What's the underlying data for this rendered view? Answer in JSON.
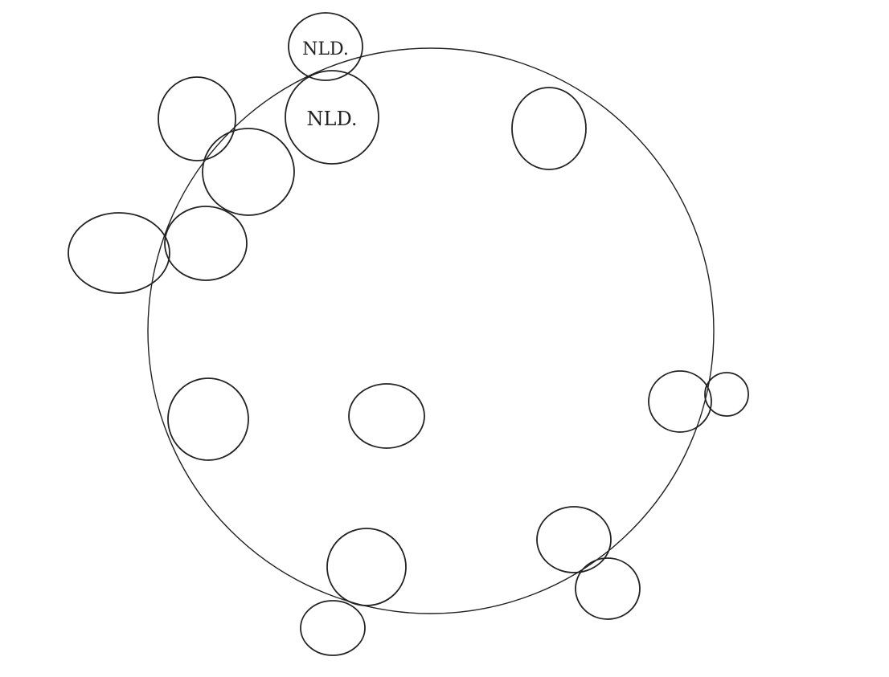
{
  "colors": {
    "ink": "#222222",
    "paper": "#ffffff"
  },
  "outer_circle": {
    "label": ""
  },
  "bubbles": [
    {
      "id": "nld-top",
      "label": "NLD.",
      "outside_label": ""
    },
    {
      "id": "nld-main",
      "label": "NLD.",
      "outside_label": ""
    },
    {
      "id": "upper-left-outer",
      "label": "",
      "outside_label": ""
    },
    {
      "id": "upper-left-inner",
      "label": "",
      "outside_label": ""
    },
    {
      "id": "left-outer",
      "label": "",
      "outside_label": ""
    },
    {
      "id": "left-inner",
      "label": "",
      "outside_label": ""
    },
    {
      "id": "upper-right",
      "label": "",
      "outside_label": ""
    },
    {
      "id": "left-middle",
      "label": "",
      "outside_label": ""
    },
    {
      "id": "center-lower",
      "label": "",
      "outside_label": ""
    },
    {
      "id": "right-inner",
      "label": "",
      "outside_label": ""
    },
    {
      "id": "right-outer",
      "label": "",
      "outside_label": ""
    },
    {
      "id": "lower-right-inner",
      "label": "",
      "outside_label": ""
    },
    {
      "id": "lower-right-outer",
      "label": "",
      "outside_label": ""
    },
    {
      "id": "bottom-inner",
      "label": "",
      "outside_label": ""
    },
    {
      "id": "bottom-outer",
      "label": "",
      "outside_label": ""
    }
  ]
}
